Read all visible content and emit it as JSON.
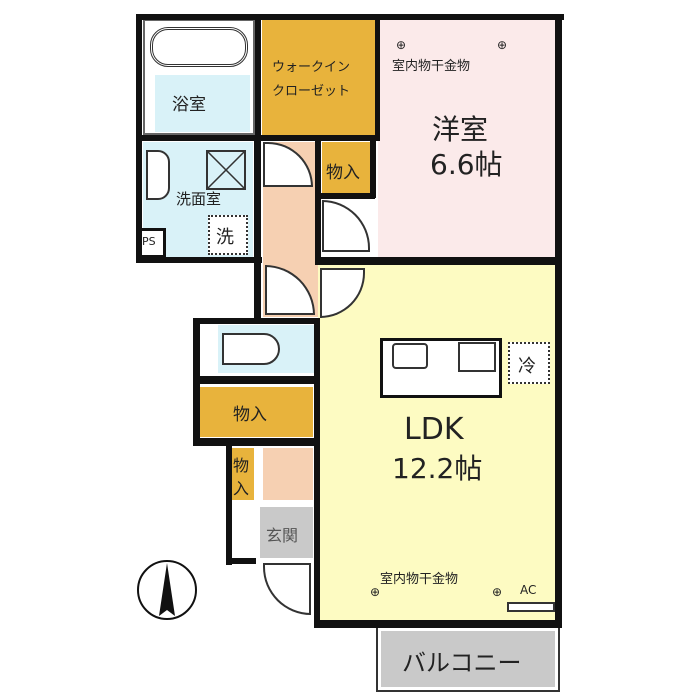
{
  "rooms": {
    "bath": "浴室",
    "walkin_closet_line1": "ウォークイン",
    "walkin_closet_line2": "クローゼット",
    "western_room": "洋室",
    "western_room_size": "6.6帖",
    "washroom": "洗面室",
    "washer": "洗",
    "ps": "PS",
    "storage_small_top": "物入",
    "storage_mid": "物入",
    "storage_small_line1": "物",
    "storage_small_line2": "入",
    "ldk": "LDK",
    "ldk_size": "12.2帖",
    "refrigerator": "冷",
    "entrance": "玄関",
    "balcony": "バルコニー"
  },
  "labels": {
    "indoor_drying_top": "室内物干金物",
    "indoor_drying_bottom": "室内物干金物",
    "ac": "AC"
  },
  "colors": {
    "storage": "#e8b33c",
    "water": "#d9f2f8",
    "western": "#fbeaea",
    "ldk": "#fdfbc2",
    "hall": "#f6d0b2",
    "entrance": "#c9c9c9"
  }
}
